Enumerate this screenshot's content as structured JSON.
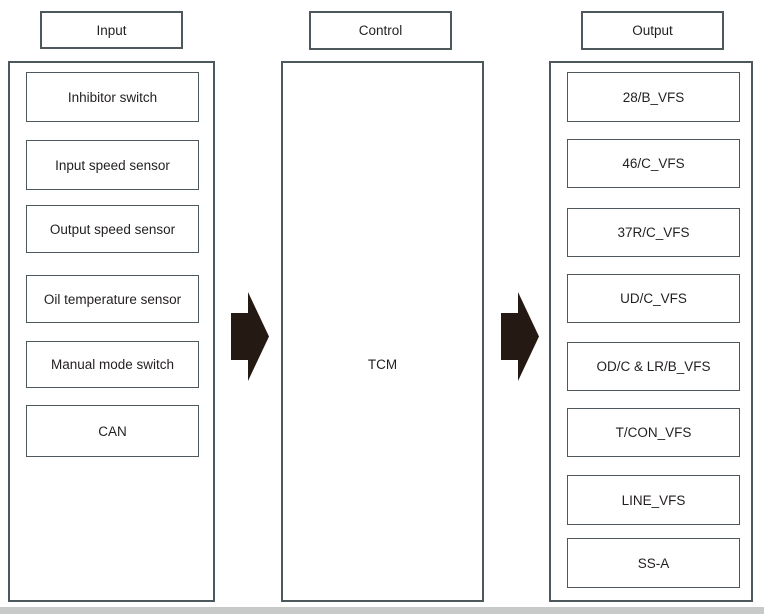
{
  "input": {
    "header": "Input",
    "items": [
      "Inhibitor switch",
      "Input speed sensor",
      "Output speed sensor",
      "Oil temperature sensor",
      "Manual mode switch",
      "CAN"
    ]
  },
  "control": {
    "header": "Control",
    "unit_label": "TCM"
  },
  "output": {
    "header": "Output",
    "items": [
      "28/B_VFS",
      "46/C_VFS",
      "37R/C_VFS",
      "UD/C_VFS",
      "OD/C & LR/B_VFS",
      "T/CON_VFS",
      "LINE_VFS",
      "SS-A"
    ]
  },
  "icons": {
    "flow_arrow_input_to_control": "block-arrow-right",
    "flow_arrow_control_to_output": "block-arrow-right"
  },
  "colors": {
    "border": "#4d585c",
    "text": "#231f20",
    "arrow_fill": "#251a13",
    "bottom_strip": "#c8cac9",
    "background": "#ffffff"
  }
}
